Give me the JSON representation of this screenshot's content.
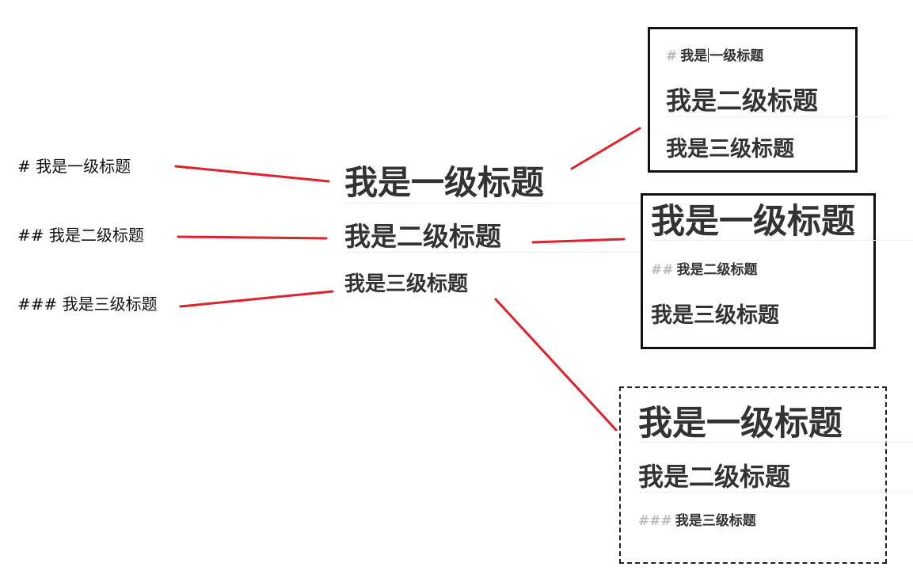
{
  "source": {
    "h1": "# 我是一级标题",
    "h2": "## 我是二级标题",
    "h3": "### 我是三级标题"
  },
  "rendered": {
    "h1": "我是一级标题",
    "h2": "我是二级标题",
    "h3": "我是三级标题"
  },
  "panel_h1_edit": {
    "mark": "#",
    "h1_a": "我是",
    "h1_b": "一级标题",
    "h2": "我是二级标题",
    "h3": "我是三级标题"
  },
  "panel_h2_edit": {
    "h1": "我是一级标题",
    "mark": "##",
    "h2": "我是二级标题",
    "h3": "我是三级标题"
  },
  "panel_h3_edit": {
    "h1": "我是一级标题",
    "h2": "我是二级标题",
    "mark": "###",
    "h3": "我是三级标题"
  },
  "colors": {
    "connector": "#e0202a",
    "heading_text": "#333333",
    "markdown_mark": "#bbbbbb",
    "box_border": "#111111"
  }
}
